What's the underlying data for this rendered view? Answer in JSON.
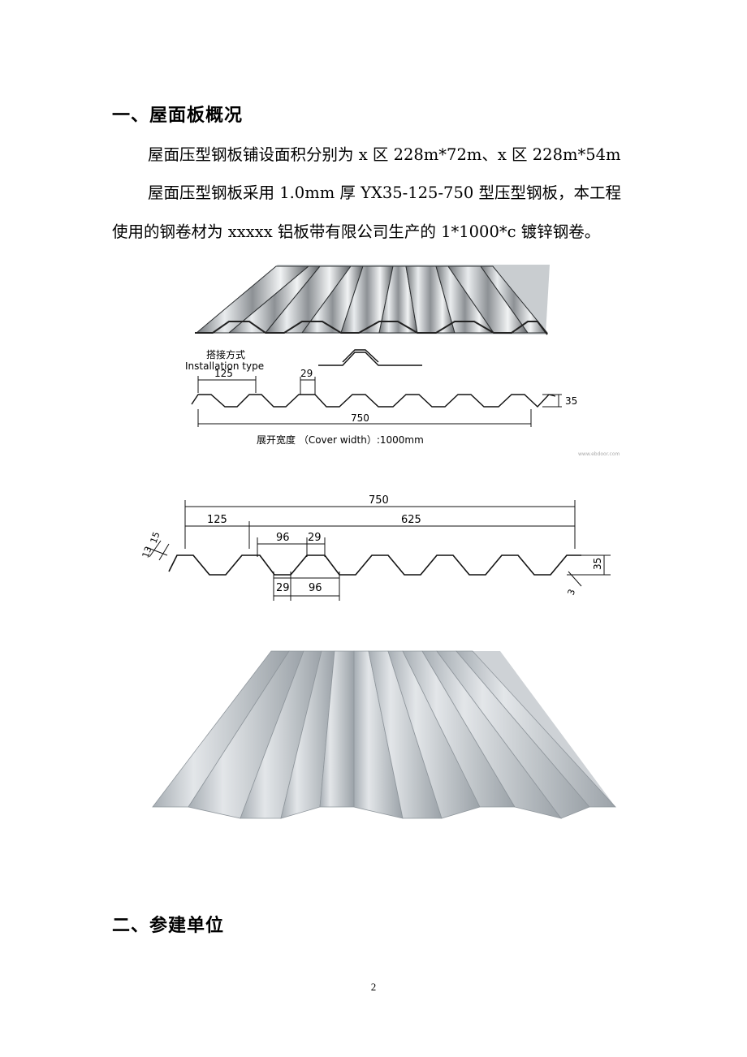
{
  "section1": {
    "heading": "一、屋面板概况",
    "para1": "屋面压型钢板铺设面积分别为 x 区  228m*72m、x 区 228m*54m",
    "para2_line1": "屋面压型钢板采用 1.0mm 厚 YX35-125-750 型压型钢板，本工程",
    "para2_line2": "使用的钢卷材为 xxxxx 铝板带有限公司生产的 1*1000*c 镀锌钢卷。"
  },
  "figure1": {
    "install_cn": "搭接方式",
    "install_en": "Installation type",
    "dim_125": "125",
    "dim_29": "29",
    "dim_35": "35",
    "dim_750": "750",
    "cover_width": "展开宽度  （Cover width）:1000mm",
    "watermark": "www.ebdoor.com"
  },
  "figure2": {
    "dim_750": "750",
    "dim_125": "125",
    "dim_625": "625",
    "dim_96_top": "96",
    "dim_29_top": "29",
    "dim_29_bottom": "29",
    "dim_96_bottom": "96",
    "dim_35": "35",
    "dim_15": "15",
    "dim_13": "13",
    "dim_3": "3"
  },
  "section2": {
    "heading": "二、参建单位"
  },
  "footer": {
    "page_number": "2"
  }
}
